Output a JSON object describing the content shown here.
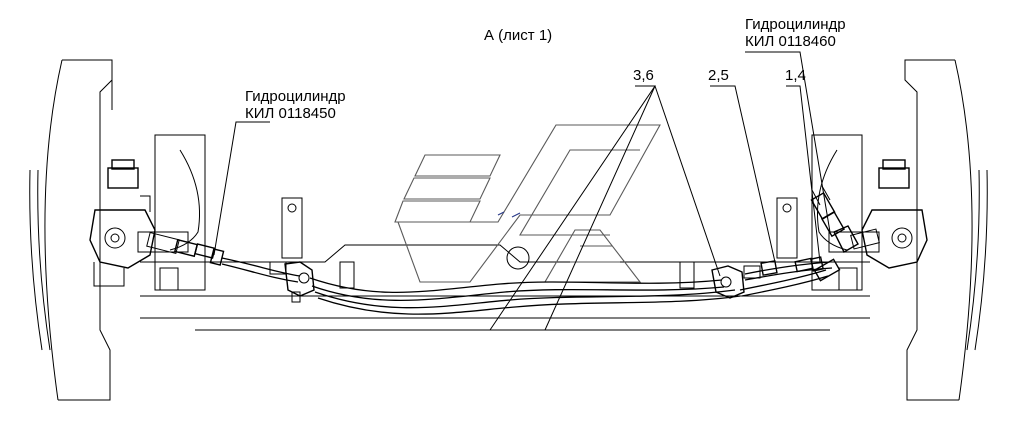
{
  "view_label": "А (лист 1)",
  "callouts": {
    "right_cylinder": {
      "line1": "Гидроцилиндр",
      "line2": "КИЛ 0118460"
    },
    "left_cylinder": {
      "line1": "Гидроцилиндр",
      "line2": "КИЛ 0118450"
    }
  },
  "positions": {
    "pos_3_6": "3,6",
    "pos_2_5": "2,5",
    "pos_1_4": "1,4"
  }
}
